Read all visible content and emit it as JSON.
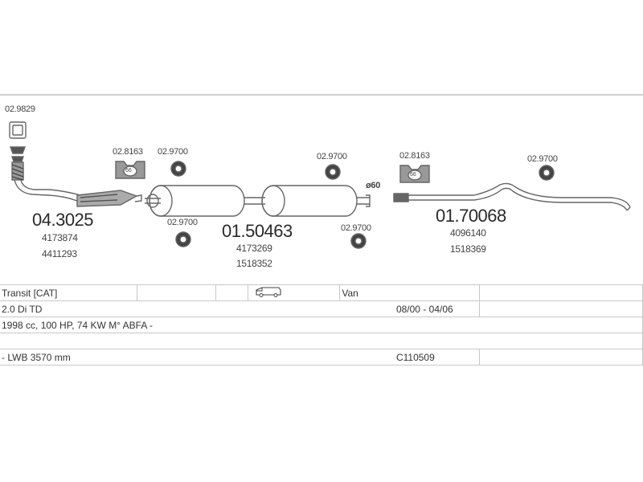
{
  "diagram": {
    "clamp_top_left": "02.9829",
    "mount_1": "02.8163",
    "rubber_1": "02.9700",
    "rubber_2": "02.9700",
    "rubber_3": "02.9700",
    "rubber_4": "02.9700",
    "mount_2": "02.8163",
    "rubber_5": "02.9700",
    "diameter": "ø60",
    "mount_badge": "66",
    "part_front": {
      "number": "04.3025",
      "refs": [
        "4173874",
        "4411293"
      ]
    },
    "part_middle": {
      "number": "01.50463",
      "refs": [
        "4173269",
        "1518352"
      ]
    },
    "part_rear": {
      "number": "01.70068",
      "refs": [
        "4096140",
        "1518369"
      ]
    }
  },
  "spec_table": {
    "model": "Transit   [CAT]",
    "body_type": "Van",
    "van_icon": "van-icon",
    "engine": "2.0 Di TD",
    "period": "08/00 - 04/06",
    "details": "1998 cc, 100 HP, 74 KW M° ABFA -",
    "variant": "- LWB 3570 mm",
    "code": "C110509"
  }
}
